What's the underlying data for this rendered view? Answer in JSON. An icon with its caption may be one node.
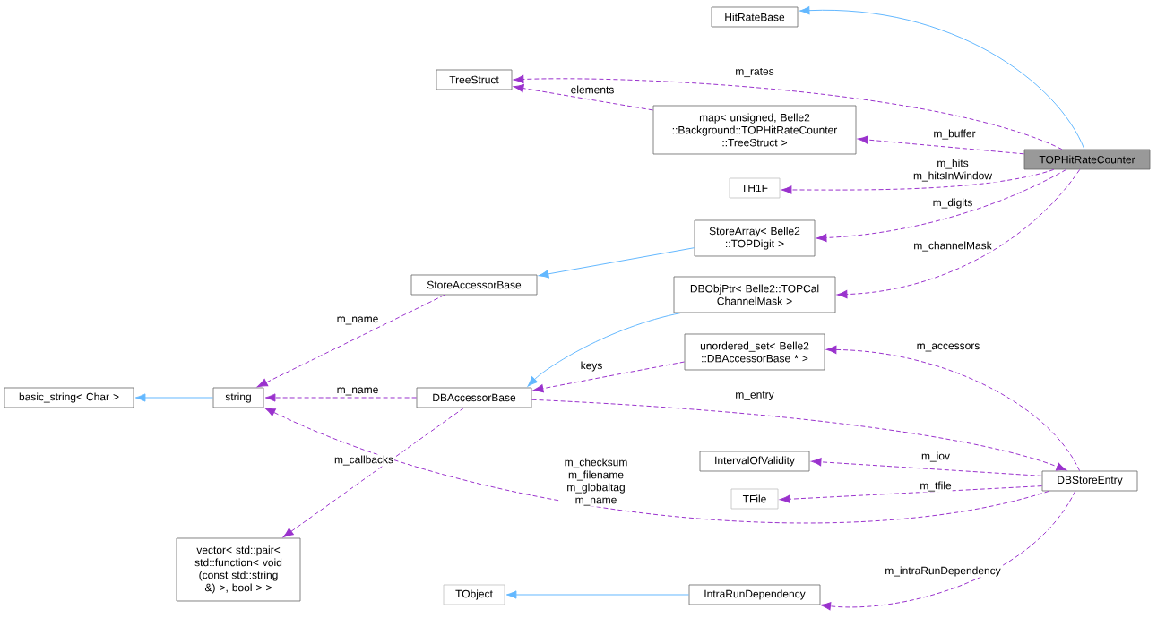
{
  "diagram": {
    "nodes": [
      {
        "text": [
          "TOPHitRateCounter"
        ]
      },
      {
        "text": [
          "HitRateBase"
        ]
      },
      {
        "text": [
          "TreeStruct"
        ]
      },
      {
        "text": [
          "map< unsigned, Belle2 ::Background::TOPHitRateCounter ::TreeStruct >"
        ]
      },
      {
        "text": [
          "TH1F"
        ]
      },
      {
        "text": [
          "StoreArray< Belle2 ::TOPDigit >"
        ]
      },
      {
        "text": [
          "StoreAccessorBase"
        ]
      },
      {
        "text": [
          "DBObjPtr< Belle2::TOPCal ChannelMask >"
        ]
      },
      {
        "text": [
          "unordered_set< Belle2 ::DBAccessorBase * >"
        ]
      },
      {
        "text": [
          "basic_string< Char >"
        ]
      },
      {
        "text": [
          "string"
        ]
      },
      {
        "text": [
          "DBAccessorBase"
        ]
      },
      {
        "text": [
          "IntervalOfValidity"
        ]
      },
      {
        "text": [
          "TFile"
        ]
      },
      {
        "text": [
          "DBStoreEntry"
        ]
      },
      {
        "text": [
          "vector< std::pair< std::function< void (const std::string &) >, bool > >"
        ]
      },
      {
        "text": [
          "TObject"
        ]
      },
      {
        "text": [
          "IntraRunDependency"
        ]
      }
    ],
    "edges": [
      {
        "from": 0,
        "to": 1,
        "arrow": "to",
        "color": "#63b8ff"
      },
      {
        "from": 0,
        "to": 2,
        "arrow": "to",
        "label": "m_rates",
        "style": "dashed"
      },
      {
        "from": 3,
        "to": 2,
        "arrow": "to",
        "label": "elements",
        "style": "dashed"
      },
      {
        "from": 0,
        "to": 3,
        "arrow": "to",
        "label": "m_buffer",
        "style": "dashed"
      },
      {
        "from": 0,
        "to": 4,
        "arrow": "to",
        "label": "m_hits m_hitsInWindow",
        "style": "dashed"
      },
      {
        "from": 0,
        "to": 5,
        "arrow": "to",
        "label": "m_digits",
        "style": "dashed"
      },
      {
        "from": 0,
        "to": 7,
        "arrow": "to",
        "label": "m_channelMask",
        "style": "dashed"
      },
      {
        "from": 5,
        "to": 6,
        "arrow": "to",
        "color": "#63b8ff"
      },
      {
        "from": 7,
        "to": 11,
        "arrow": "to",
        "color": "#63b8ff"
      },
      {
        "from": 6,
        "to": 10,
        "arrow": "to",
        "label": "m_name",
        "style": "dashed"
      },
      {
        "from": 11,
        "to": 10,
        "arrow": "to",
        "label": "m_name",
        "style": "dashed"
      },
      {
        "from": 8,
        "to": 11,
        "arrow": "to",
        "label": "keys",
        "style": "dashed"
      },
      {
        "from": 11,
        "to": 14,
        "arrow": "to",
        "label": "m_entry",
        "style": "dashed"
      },
      {
        "from": 14,
        "to": 8,
        "arrow": "to",
        "label": "m_accessors",
        "style": "dashed"
      },
      {
        "from": 11,
        "to": 15,
        "arrow": "to",
        "label": "m_callbacks",
        "style": "dashed"
      },
      {
        "from": 14,
        "to": 12,
        "arrow": "to",
        "label": "m_iov",
        "style": "dashed"
      },
      {
        "from": 14,
        "to": 13,
        "arrow": "to",
        "label": "m_tfile",
        "style": "dashed"
      },
      {
        "from": 14,
        "to": 10,
        "arrow": "to",
        "label": "m_checksum m_filename m_globaltag m_name",
        "style": "dashed"
      },
      {
        "from": 14,
        "to": 17,
        "arrow": "to",
        "label": "m_intraRunDependency",
        "style": "dashed"
      },
      {
        "from": 10,
        "to": 9,
        "arrow": "to",
        "color": "#63b8ff"
      },
      {
        "from": 17,
        "to": 16,
        "arrow": "to",
        "color": "#63b8ff"
      }
    ]
  }
}
